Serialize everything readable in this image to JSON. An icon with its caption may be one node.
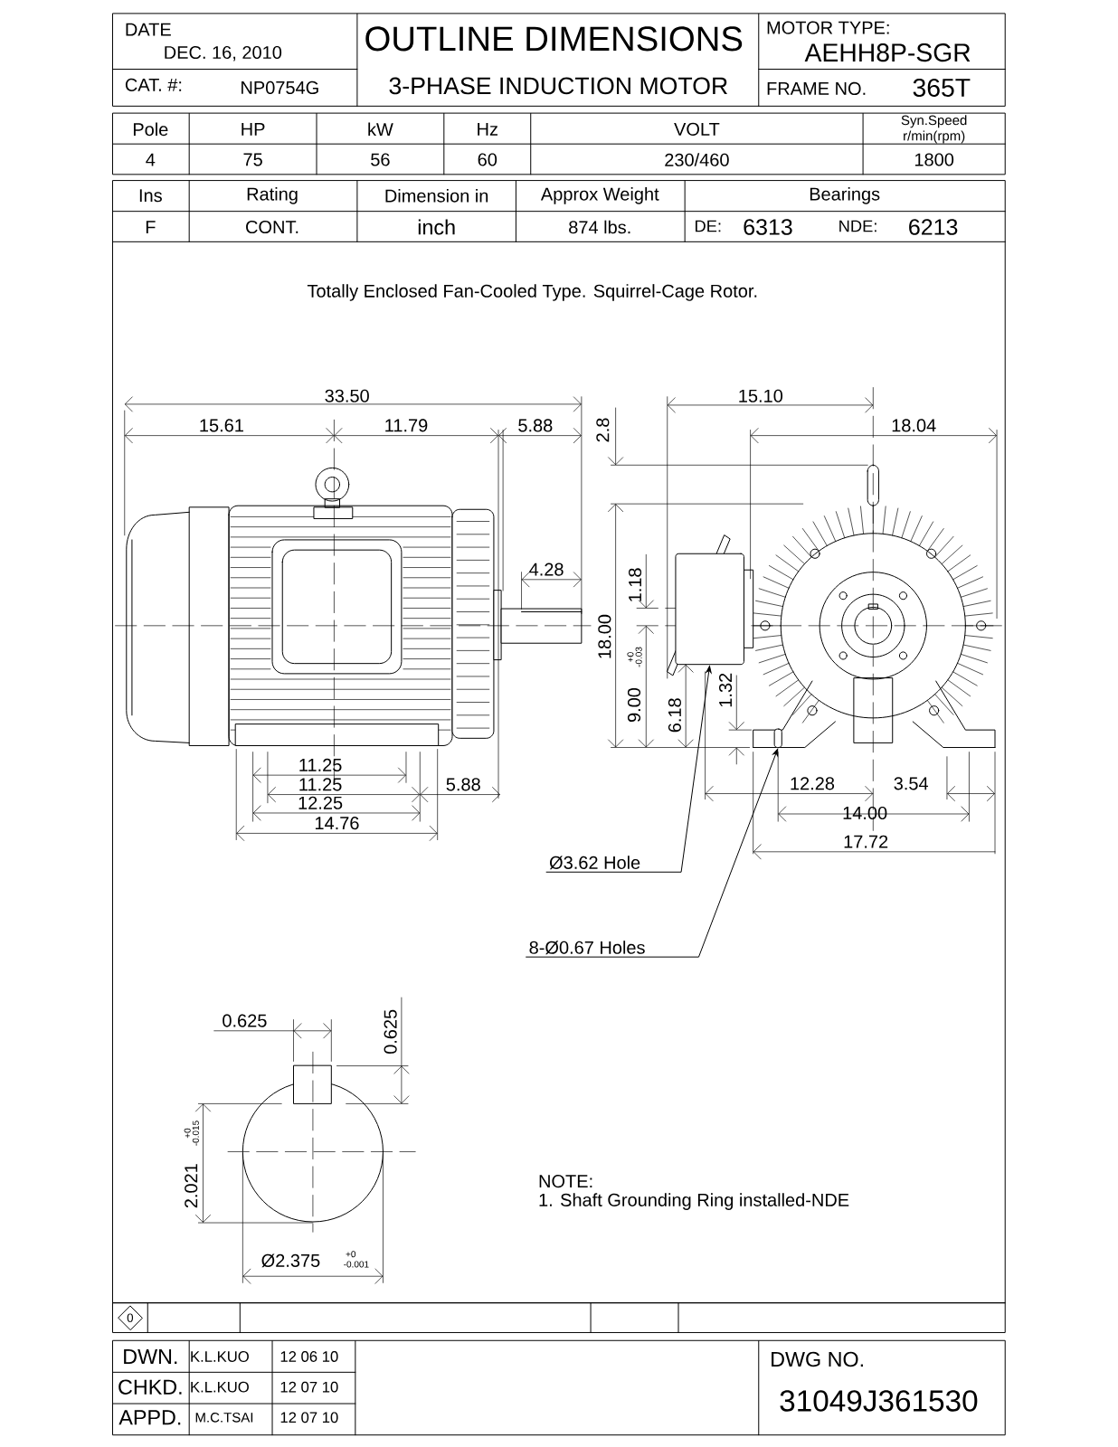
{
  "diagram": {
    "title": "OUTLINE DIMENSIONS",
    "nodes": [
      {
        "text": [
          "Ø3.62 Hole"
        ]
      },
      {
        "text": [
          "8-Ø0.67 Holes"
        ]
      },
      {
        "text": [],
        "shape": "box"
      },
      {
        "text": [],
        "shape": "box"
      }
    ],
    "edges": [
      {
        "from": 0,
        "to": 2,
        "arrow": "to"
      },
      {
        "from": 1,
        "to": 3,
        "arrow": "to"
      }
    ],
    "labels": [
      "DATE",
      "DEC. 16, 2010",
      "CAT. #:",
      "NP0754G",
      "3-PHASE INDUCTION MOTOR",
      "MOTOR TYPE:",
      "AEHH8P-SGR",
      "FRAME NO.",
      "365T",
      "Pole",
      "HP",
      "kW",
      "Hz",
      "VOLT",
      "Syn.Speed r/min(rpm)",
      "4",
      "75",
      "56",
      "60",
      "230/460",
      "1800",
      "Ins",
      "Rating",
      "Dimension in",
      "Approx Weight",
      "Bearings",
      "F",
      "CONT.",
      "inch",
      "874 lbs.",
      "DE:",
      "6313",
      "NDE:",
      "6213",
      "Totally Enclosed Fan-Cooled Type. Squirrel-Cage Rotor.",
      "33.50",
      "15.10",
      "15.61",
      "11.79",
      "5.88",
      "2.8",
      "18.04",
      "4.28",
      "1.18",
      "18.00",
      "+0",
      "-0.03",
      "9.00",
      "6.18",
      "1.32",
      "11.25",
      "11.25",
      "5.88",
      "12.25",
      "12.28",
      "3.54",
      "14.76",
      "14.00",
      "17.72",
      "0.625",
      "0.625",
      "+0",
      "-0.015",
      "2.021",
      "NOTE:",
      "1. Shaft Grounding Ring installed-NDE",
      "Ø2.375",
      "+0",
      "-0.001",
      "0",
      "DWN.",
      "K.L.KUO",
      "12 06 10",
      "CHKD.",
      "K.L.KUO",
      "12 07 10",
      "APPD.",
      "M.C.TSAI",
      "12 07 10",
      "DWG NO.",
      "31049J361530"
    ]
  }
}
